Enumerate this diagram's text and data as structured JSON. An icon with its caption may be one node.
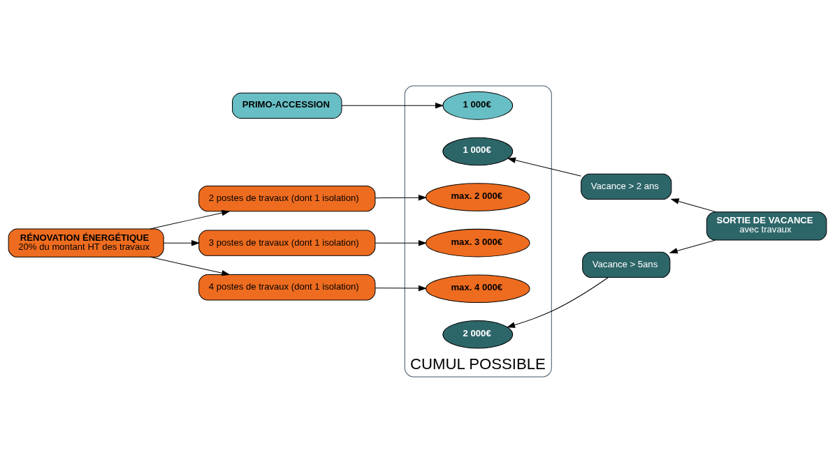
{
  "diagram": {
    "nodes": [
      {
        "text": [
          "PRIMO-ACCESSION"
        ]
      },
      {
        "text": [
          "CUMUL POSSIBLE"
        ]
      },
      {
        "text": [
          "1 000€"
        ],
        "in": 1
      },
      {
        "text": [
          "1 000€"
        ],
        "in": 1
      },
      {
        "text": [
          "max. 2 000€"
        ],
        "in": 1
      },
      {
        "text": [
          "max. 3 000€"
        ],
        "in": 1
      },
      {
        "text": [
          "max. 4 000€"
        ],
        "in": 1
      },
      {
        "text": [
          "2 000€"
        ],
        "in": 1
      },
      {
        "text": [
          "RÉNOVATION ÉNERGÉTIQUE",
          "20% du montant HT des travaux"
        ]
      },
      {
        "text": [
          "2 postes de travaux (dont 1 isolation)"
        ]
      },
      {
        "text": [
          "3 postes de travaux (dont 1 isolation)"
        ]
      },
      {
        "text": [
          "4 postes de travaux (dont 1 isolation)"
        ]
      },
      {
        "text": [
          "Vacance > 2 ans"
        ]
      },
      {
        "text": [
          "SORTIE DE VACANCE",
          "avec travaux"
        ]
      },
      {
        "text": [
          "Vacance > 5ans"
        ]
      }
    ],
    "edges": [
      {
        "from": 0,
        "to": 2,
        "arrow": "to"
      },
      {
        "from": 8,
        "to": 9,
        "arrow": "to"
      },
      {
        "from": 8,
        "to": 10,
        "arrow": "to"
      },
      {
        "from": 8,
        "to": 11,
        "arrow": "to"
      },
      {
        "from": 9,
        "to": 4,
        "arrow": "to"
      },
      {
        "from": 10,
        "to": 5,
        "arrow": "to"
      },
      {
        "from": 11,
        "to": 6,
        "arrow": "to"
      },
      {
        "from": 12,
        "to": 3,
        "arrow": "to"
      },
      {
        "from": 14,
        "to": 7,
        "arrow": "to"
      },
      {
        "from": 13,
        "to": 12,
        "arrow": "to"
      },
      {
        "from": 13,
        "to": 14,
        "arrow": "to"
      }
    ]
  }
}
